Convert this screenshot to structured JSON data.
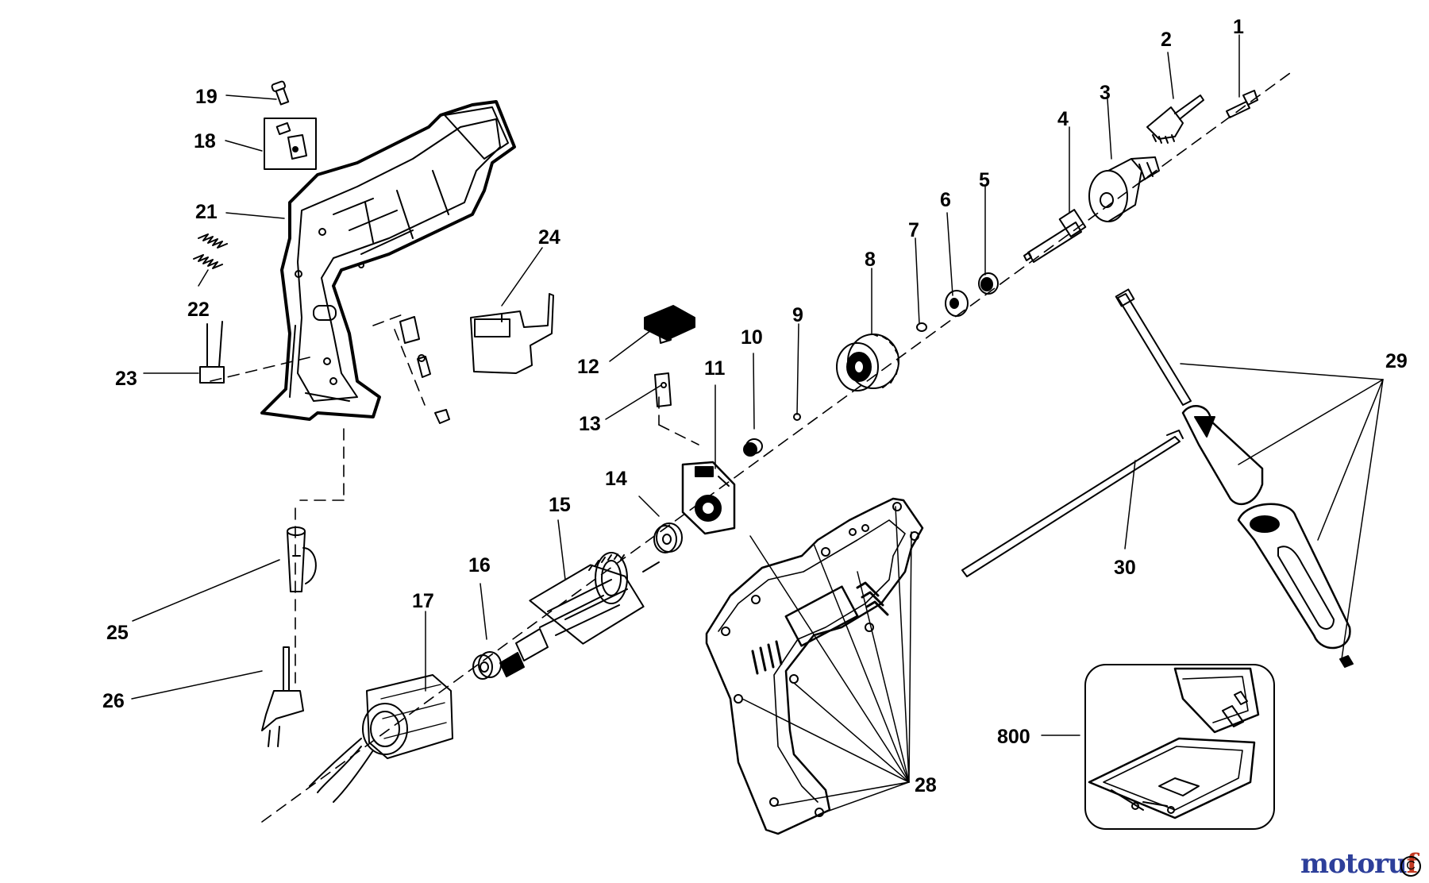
{
  "diagram": {
    "callouts": [
      "1",
      "2",
      "3",
      "4",
      "5",
      "6",
      "7",
      "8",
      "9",
      "10",
      "11",
      "12",
      "13",
      "14",
      "15",
      "16",
      "17",
      "18",
      "19",
      "21",
      "22",
      "23",
      "24",
      "25",
      "26",
      "28",
      "29",
      "30",
      "800"
    ]
  },
  "watermark": {
    "part_a": "motoru",
    "part_b": "f"
  },
  "copyright_symbol": "C"
}
